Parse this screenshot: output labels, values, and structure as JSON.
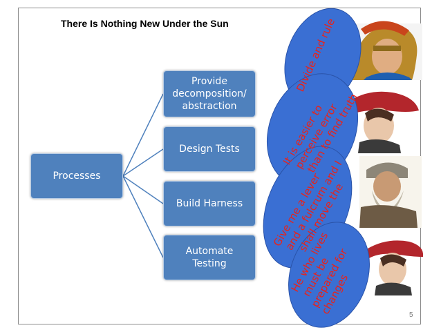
{
  "title": "There Is Nothing New Under the Sun",
  "diagram": {
    "root": "Processes",
    "children": [
      "Provide\ndecomposition/\nabstraction",
      "Design Tests",
      "Build Harness",
      "Automate\nTesting"
    ]
  },
  "quotes": [
    [
      "Divide and rule"
    ],
    [
      "It is easier to",
      "perceive error",
      "than to find truth"
    ],
    [
      "Give me a lever",
      "and a fulcrum and I",
      "shall move the"
    ],
    [
      "He who lives",
      "must be",
      "prepared for",
      "changes"
    ]
  ],
  "colors": {
    "box_fill": "#4f81bd",
    "bubble_fill": "#3a6fd3",
    "quote_text": "#e8231b",
    "connector": "#4f81bd"
  },
  "page_number": "5"
}
